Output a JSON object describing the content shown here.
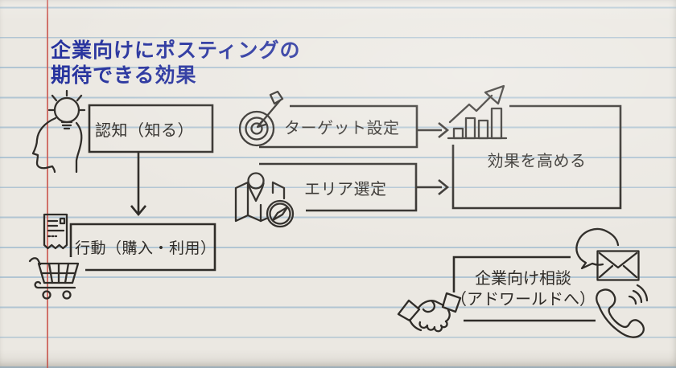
{
  "palette": {
    "paper": "#ebe8e2",
    "ruled_line_blue": "#8aaec9",
    "margin_line_red": "#cb5c54",
    "ink": "#2f2c28",
    "title_blue": "#232f9c"
  },
  "title": {
    "line1": "企業向けにポスティングの",
    "line2": "期待できる効果"
  },
  "nodes": {
    "ninchi": {
      "label": "認知（知る）",
      "icon": "head-lightbulb-icon"
    },
    "target": {
      "label": "ターゲット設定",
      "icon": "dartboard-arrow-icon"
    },
    "area": {
      "label": "エリア選定",
      "icon": "map-pin-compass-icon"
    },
    "kouka": {
      "label": "効果を高める",
      "icon": "growth-chart-icon"
    },
    "koudou": {
      "label": "行動（購入・利用）",
      "icons": [
        "receipt-icon",
        "shopping-cart-icon"
      ]
    },
    "soudan": {
      "line1": "企業向け相談",
      "line2": "（アドワールドへ）",
      "icons": [
        "handshake-icon",
        "speech-bubble-icon",
        "envelope-icon",
        "phone-waves-icon"
      ]
    }
  },
  "connectors": [
    "ninchi-to-koudou-down-arrow",
    "target-to-kouka-right-arrow",
    "area-to-kouka-right-arrow"
  ]
}
